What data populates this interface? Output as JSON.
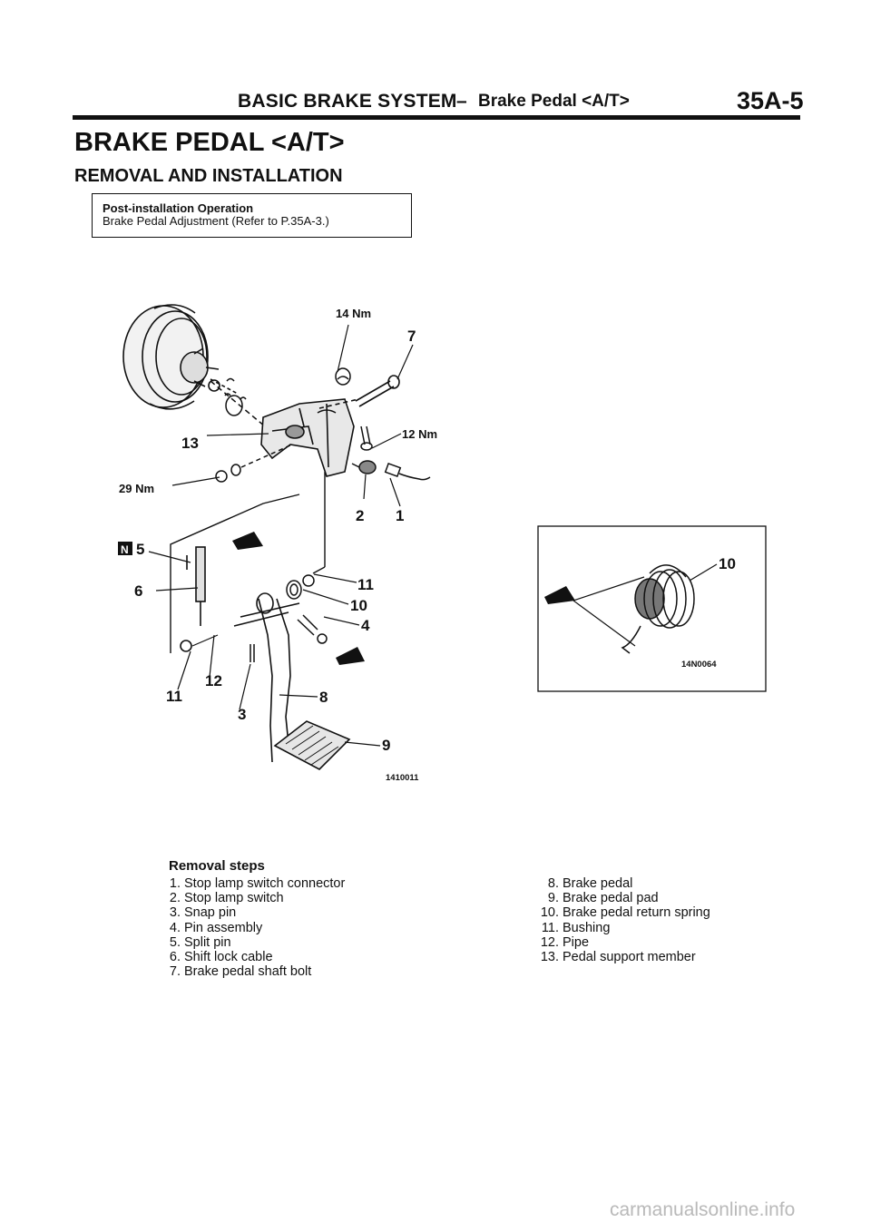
{
  "header": {
    "section": "BASIC BRAKE SYSTEM",
    "dash": "–",
    "topic": "Brake Pedal <A/T>",
    "page": "35A-5"
  },
  "title": "BRAKE PEDAL <A/T>",
  "subtitle": "REMOVAL AND INSTALLATION",
  "post_installation": {
    "title": "Post-installation Operation",
    "text": "Brake Pedal Adjustment (Refer to P.35A-3.)"
  },
  "main_figure": {
    "callouts": {
      "torque_top": "14 Nm",
      "c7": "7",
      "torque_right": "12 Nm",
      "c13": "13",
      "torque_left": "29 Nm",
      "c2": "2",
      "c1": "1",
      "n_symbol": "N",
      "c5": "5",
      "c6": "6",
      "c11a": "11",
      "c10": "10",
      "c4": "4",
      "c12": "12",
      "c11b": "11",
      "c3": "3",
      "c8": "8",
      "c9": "9"
    },
    "figure_code": "1410011"
  },
  "detail_figure": {
    "callout": "10",
    "figure_code": "14N0064"
  },
  "removal_steps": {
    "heading": "Removal steps",
    "left": [
      {
        "num": "1.",
        "text": "Stop lamp switch connector"
      },
      {
        "num": "2.",
        "text": "Stop lamp switch"
      },
      {
        "num": "3.",
        "text": "Snap pin"
      },
      {
        "num": "4.",
        "text": "Pin assembly"
      },
      {
        "num": "5.",
        "text": "Split pin"
      },
      {
        "num": "6.",
        "text": "Shift lock cable"
      },
      {
        "num": "7.",
        "text": "Brake pedal shaft bolt"
      }
    ],
    "right": [
      {
        "num": "8.",
        "text": "Brake pedal"
      },
      {
        "num": "9.",
        "text": "Brake pedal pad"
      },
      {
        "num": "10.",
        "text": "Brake pedal return spring"
      },
      {
        "num": "11.",
        "text": "Bushing"
      },
      {
        "num": "12.",
        "text": "Pipe"
      },
      {
        "num": "13.",
        "text": "Pedal support member"
      }
    ]
  },
  "watermark": "carmanualsonline.info"
}
